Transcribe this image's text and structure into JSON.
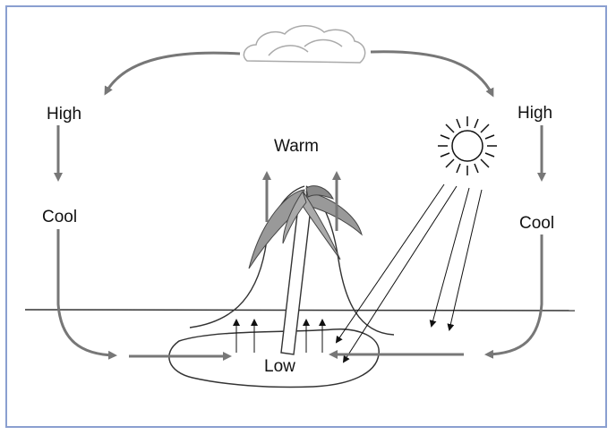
{
  "labels": {
    "high_left": "High",
    "high_right": "High",
    "cool_left": "Cool",
    "cool_right": "Cool",
    "warm": "Warm",
    "low": "Low"
  },
  "icons": [
    "cloud-icon",
    "sun-icon",
    "palm-tree-icon",
    "island-icon"
  ],
  "colors": {
    "frame": "#8a9fd0",
    "circulation_arrows": "#777777",
    "line_art": "#222222"
  }
}
